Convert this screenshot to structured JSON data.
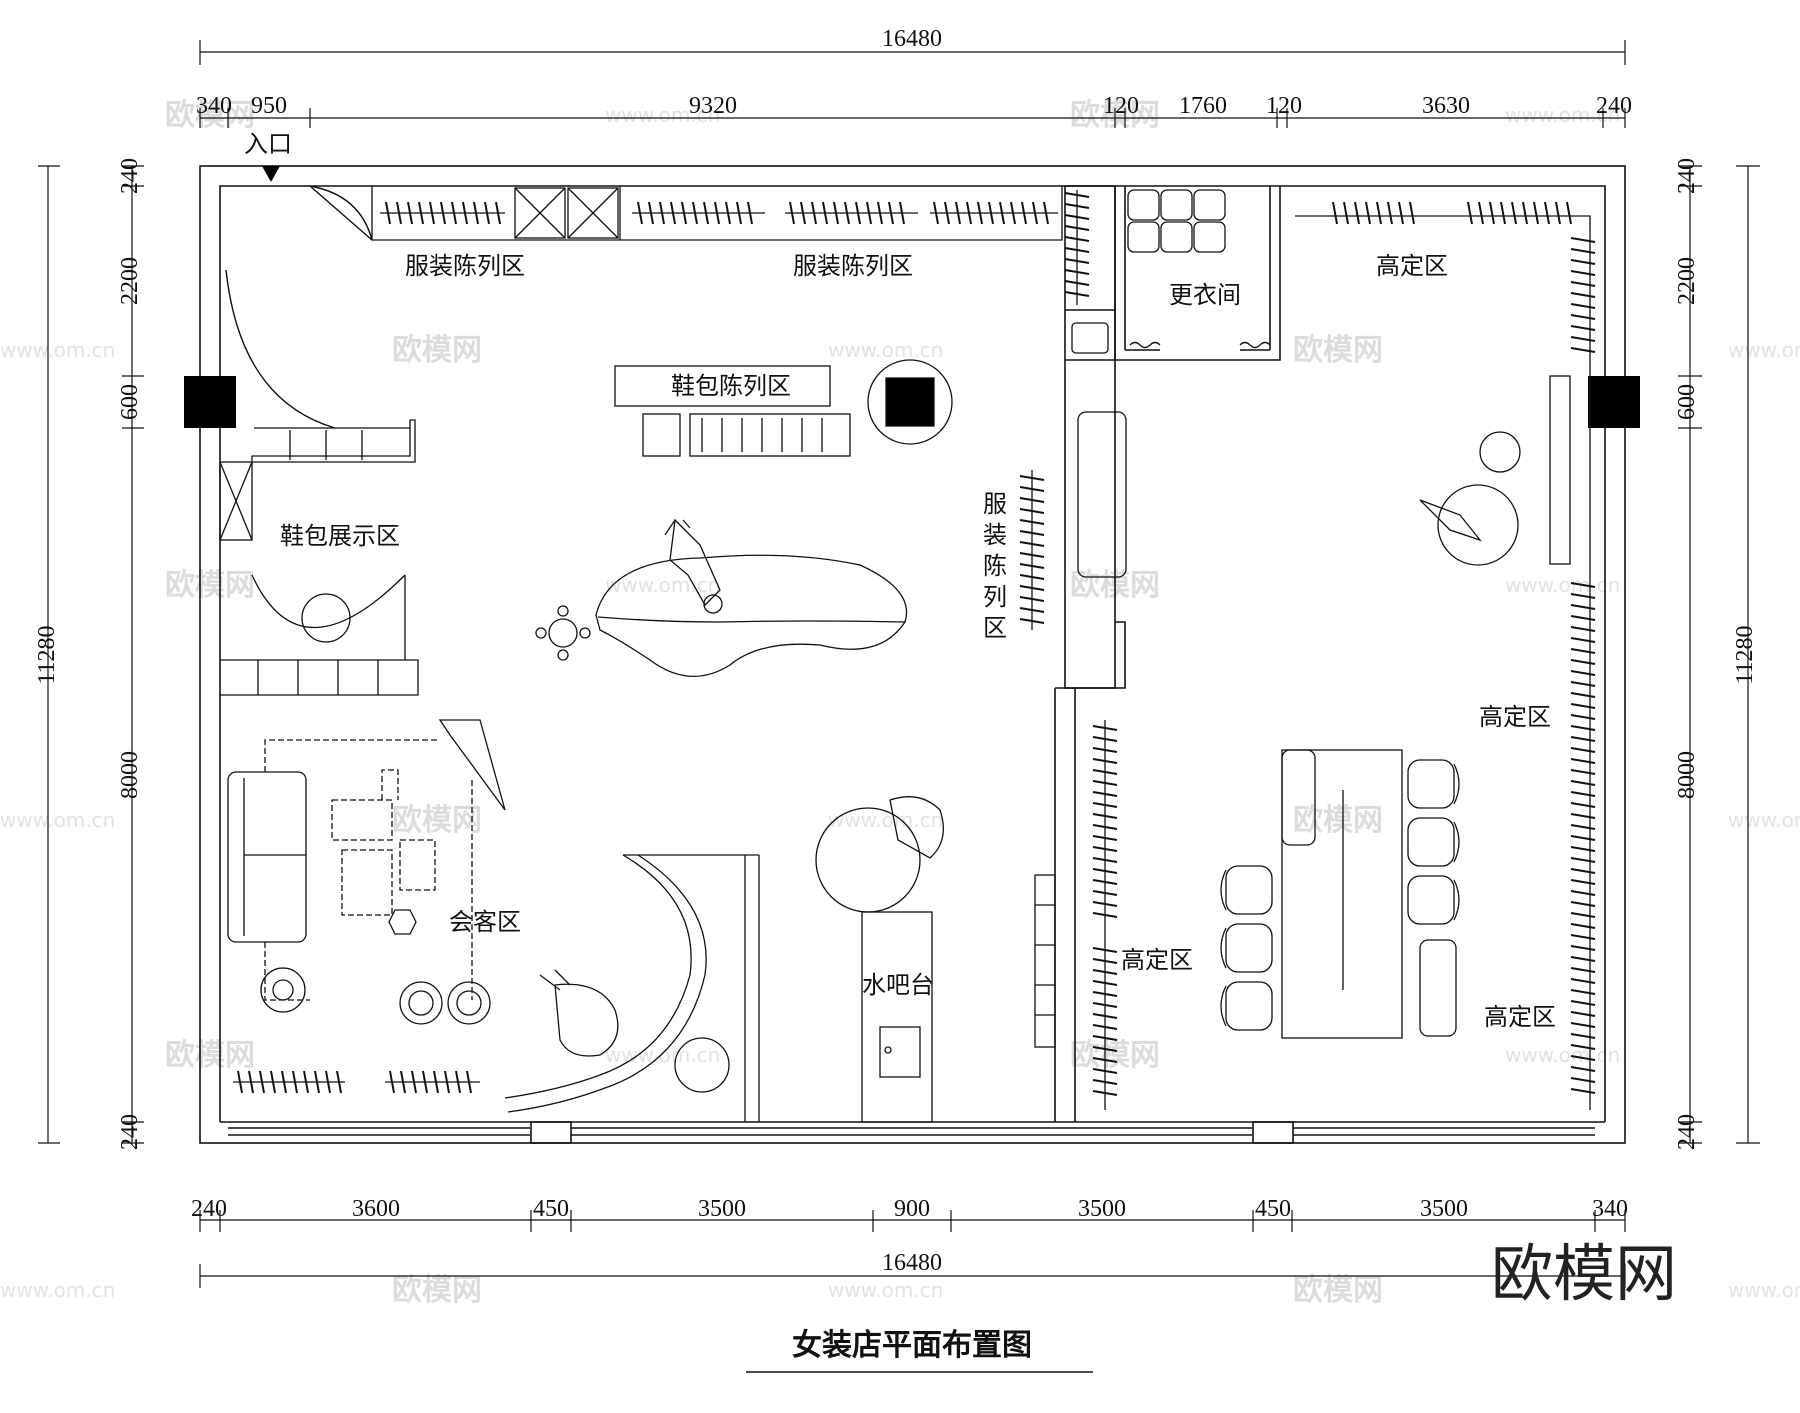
{
  "title": "女装店平面布置图",
  "entrance_label": "入口",
  "brand_logo": "欧模网",
  "watermark": {
    "text": "欧模网",
    "url": "www.om.cn"
  },
  "dimensions": {
    "overall_width": "16480",
    "overall_height": "11280",
    "top": [
      "340",
      "950",
      "9320",
      "120",
      "1760",
      "120",
      "3630",
      "240"
    ],
    "bottom": [
      "240",
      "3600",
      "450",
      "3500",
      "900",
      "3500",
      "450",
      "3500",
      "340"
    ],
    "left": [
      "240",
      "2200",
      "600",
      "8000",
      "240"
    ],
    "right": [
      "240",
      "2200",
      "600",
      "8000",
      "240"
    ]
  },
  "zones": {
    "clothing_display_1": "服装陈列区",
    "clothing_display_2": "服装陈列区",
    "fitting_room": "更衣间",
    "couture_top": "高定区",
    "bag_display_counter": "鞋包陈列区",
    "bag_showcase": "鞋包展示区",
    "clothing_display_vertical": "服装陈列区",
    "reception": "会客区",
    "water_bar": "水吧台",
    "couture_left": "高定区",
    "couture_right_mid": "高定区",
    "couture_right_low": "高定区"
  }
}
